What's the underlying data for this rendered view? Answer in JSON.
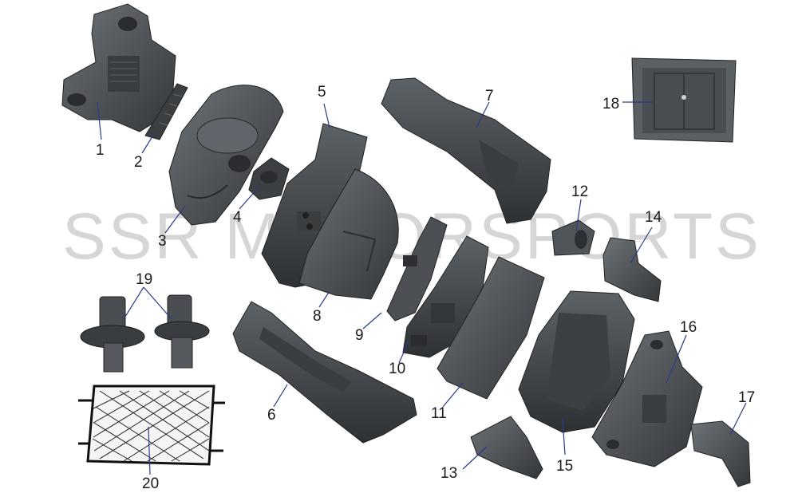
{
  "watermark": "SSR MOTORSPORTS",
  "labels": {
    "p1": "1",
    "p2": "2",
    "p3": "3",
    "p4": "4",
    "p5": "5",
    "p6": "6",
    "p7": "7",
    "p8": "8",
    "p9": "9",
    "p10": "10",
    "p11": "11",
    "p12": "12",
    "p13": "13",
    "p14": "14",
    "p15": "15",
    "p16": "16",
    "p17": "17",
    "p18": "18",
    "p19": "19",
    "p20": "20"
  },
  "colors": {
    "part_fill": "#4f5357",
    "part_dark": "#2c2f32",
    "part_light": "#6c7175",
    "leader": "#2a3a8c",
    "watermark": "#d6d6d6"
  }
}
